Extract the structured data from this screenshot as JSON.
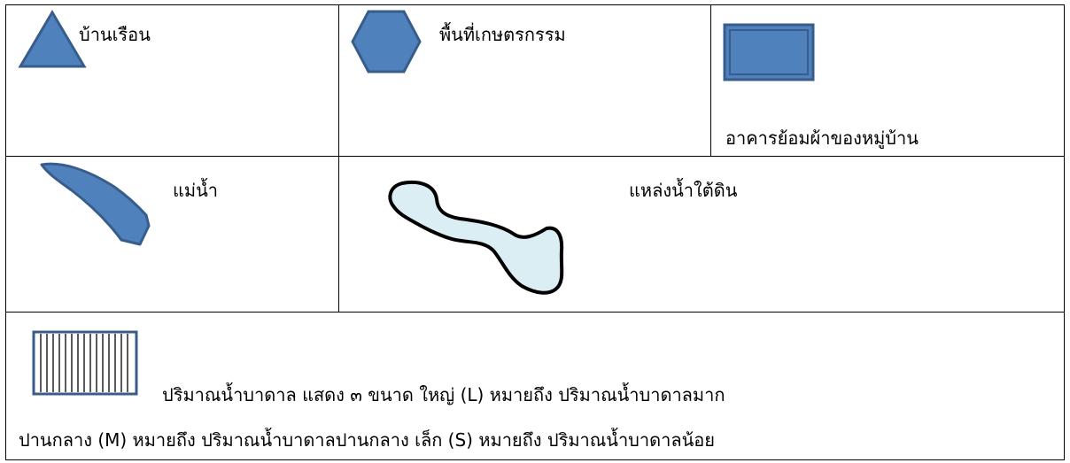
{
  "legend": {
    "house": {
      "label": "บ้านเรือน",
      "icon": "triangle-icon"
    },
    "agricultural_area": {
      "label": "พื้นที่เกษตรกรรม",
      "icon": "hexagon-icon"
    },
    "weaving_building": {
      "label": "อาคารย้อมผ้าของหมู่บ้าน",
      "icon": "rectangle-icon"
    },
    "river": {
      "label": "แม่น้ำ",
      "icon": "river-icon"
    },
    "groundwater_source": {
      "label": "แหล่งน้ำใต้ดิน",
      "icon": "groundwater-icon"
    },
    "groundwater_volume": {
      "icon": "striped-box-icon",
      "line1": "ปริมาณน้ำบาดาล แสดง ๓ ขนาด ใหญ่ (L) หมายถึง ปริมาณน้ำบาดาลมาก",
      "line2": "ปานกลาง (M)  หมายถึง ปริมาณน้ำบาดาลปานกลาง  เล็ก (S) หมายถึง ปริมาณน้ำบาดาลน้อย"
    }
  },
  "colors": {
    "symbol_fill": "#4F81BD",
    "symbol_stroke": "#385D8A",
    "groundwater_fill": "#DBEEF4",
    "outline": "#000000"
  }
}
